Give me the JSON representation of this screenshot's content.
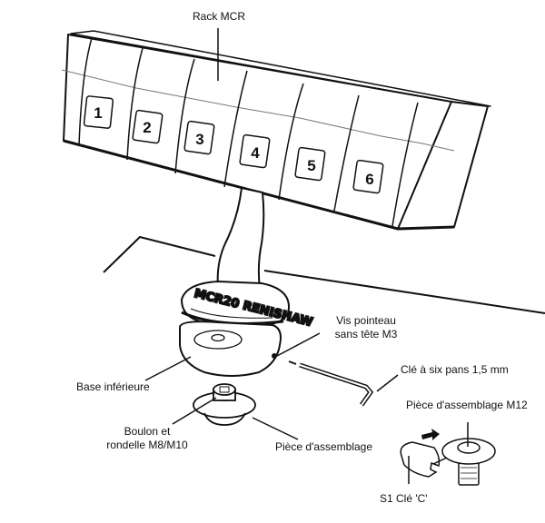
{
  "diagram": {
    "title": "Rack MCR",
    "slots": [
      "1",
      "2",
      "3",
      "4",
      "5",
      "6"
    ],
    "engraving": "MCR20 RENISHAW",
    "labels": {
      "rack": "Rack MCR",
      "set_screw_line1": "Vis pointeau",
      "set_screw_line2": "sans tête M3",
      "lower_base": "Base inférieure",
      "hex_key": "Clé à six pans 1,5 mm",
      "bolt_line1": "Boulon et",
      "bolt_line2": "rondelle M8/M10",
      "adaptor": "Pièce d'assemblage",
      "adaptor_m12": "Pièce d'assemblage M12",
      "c_spanner": "S1 Clé 'C'"
    }
  }
}
